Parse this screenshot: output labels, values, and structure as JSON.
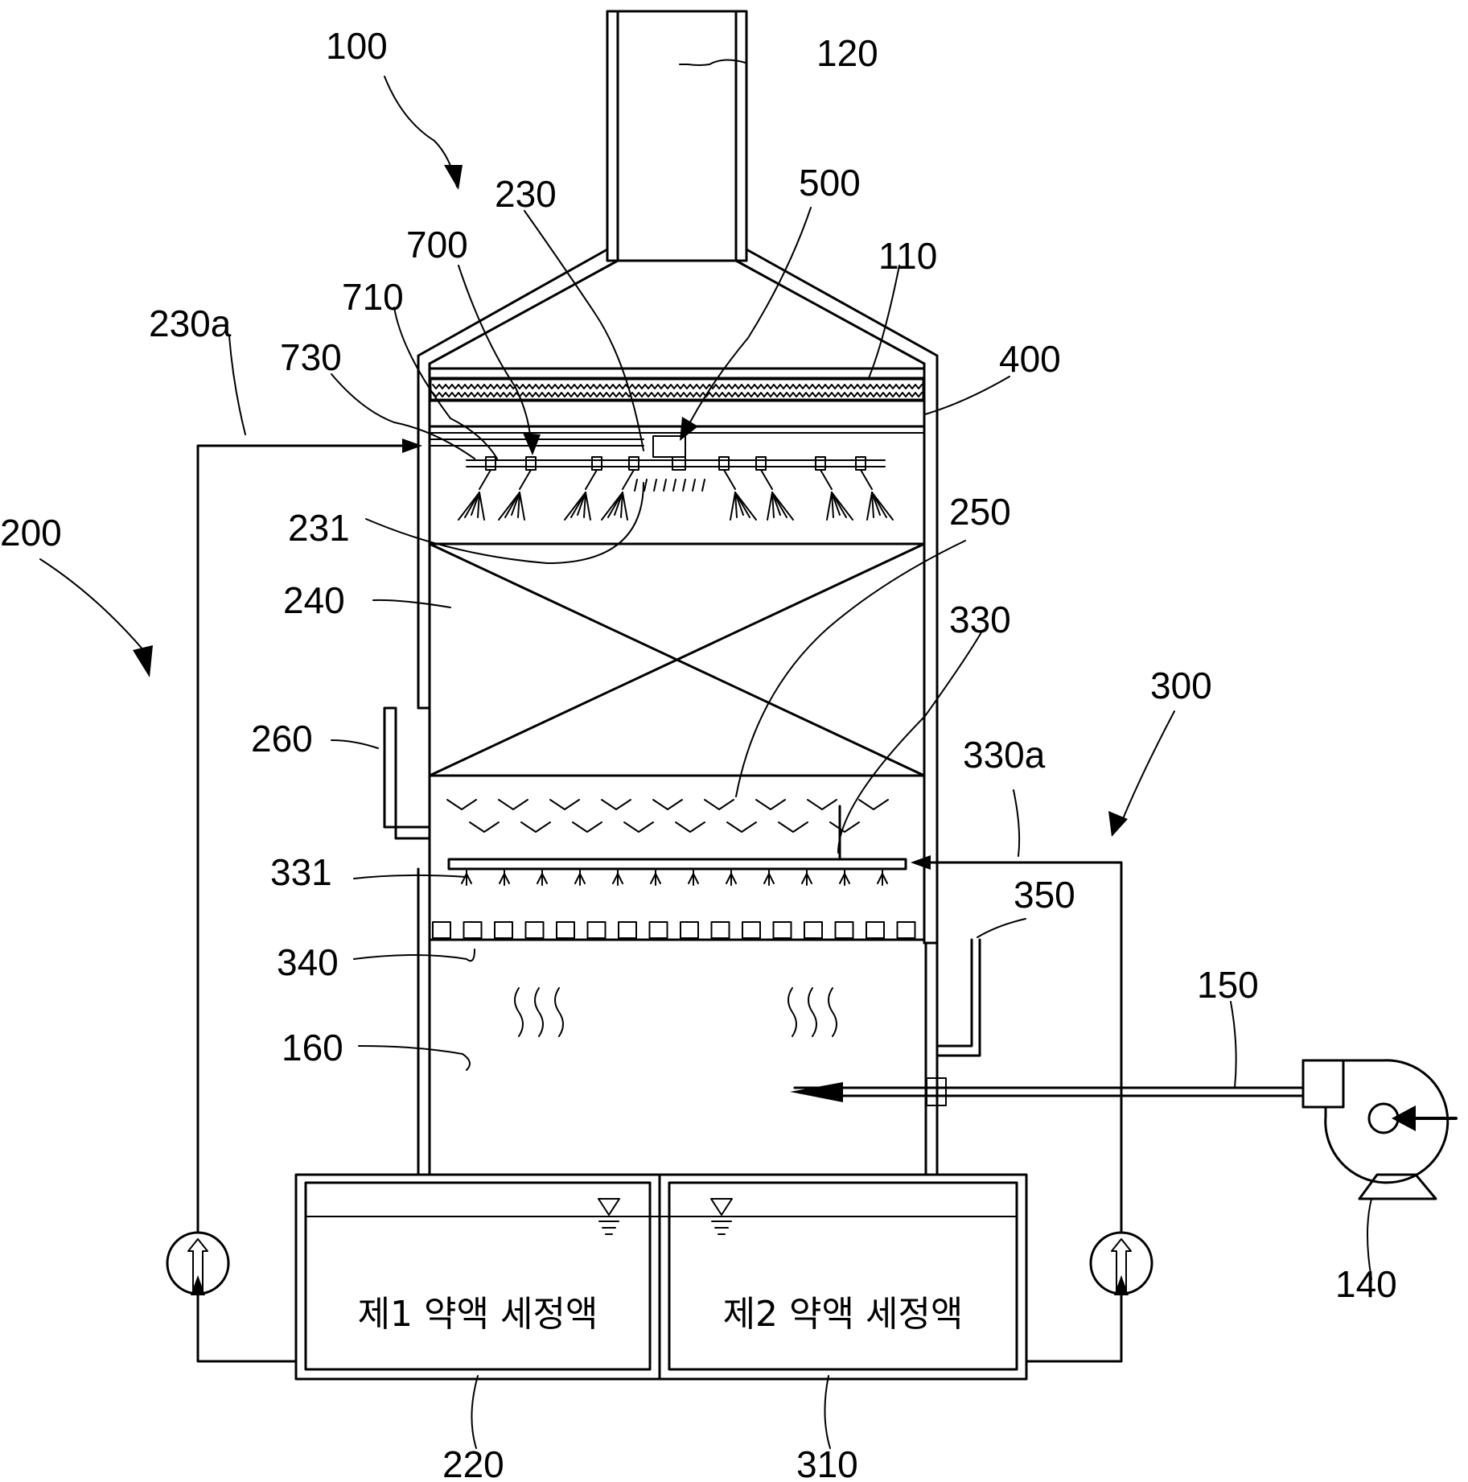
{
  "labels": {
    "l100": "100",
    "l120": "120",
    "l230": "230",
    "l500": "500",
    "l700": "700",
    "l110": "110",
    "l710": "710",
    "l230a": "230a",
    "l730": "730",
    "l400": "400",
    "l200": "200",
    "l231": "231",
    "l250": "250",
    "l240": "240",
    "l330": "330",
    "l300": "300",
    "l260": "260",
    "l330a": "330a",
    "l331": "331",
    "l350": "350",
    "l340": "340",
    "l150": "150",
    "l160": "160",
    "l140": "140",
    "l220": "220",
    "l310": "310"
  },
  "tanks": {
    "first": "제1 약액 세정액",
    "second": "제2 약액 세정액"
  }
}
